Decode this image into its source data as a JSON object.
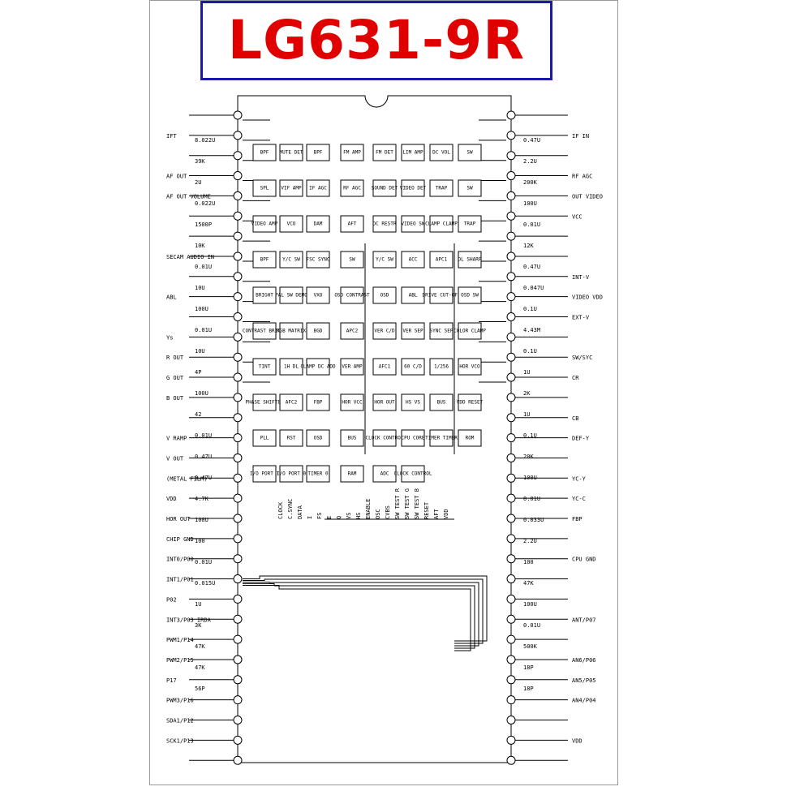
{
  "title": "LG631-9R",
  "left_pins": [
    "",
    "",
    "",
    "",
    "",
    "",
    "",
    "",
    "",
    "",
    "",
    "",
    "",
    "",
    "",
    "",
    "",
    "",
    "",
    "",
    "",
    "",
    "",
    "",
    "",
    "",
    "",
    "",
    "",
    "",
    "",
    "",
    "",
    ""
  ],
  "left_labels": [
    {
      "text": "IFT"
    },
    {
      "text": "AF OUT"
    },
    {
      "text": "AF OUT VOLUME"
    },
    {
      "text": "SECAM AUDIO IN"
    },
    {
      "text": "ABL"
    },
    {
      "text": "Ys"
    },
    {
      "text": "R OUT"
    },
    {
      "text": "G OUT"
    },
    {
      "text": "B OUT"
    },
    {
      "text": "V RAMP"
    },
    {
      "text": "V OUT"
    },
    {
      "text": "(METAL FILM)"
    },
    {
      "text": "VDD"
    },
    {
      "text": "HOR OUT"
    },
    {
      "text": "CHIP GND"
    },
    {
      "text": "INT0/P00"
    },
    {
      "text": "INT1/P01"
    },
    {
      "text": "P02"
    },
    {
      "text": "INT3/P03 IRDA"
    },
    {
      "text": "PWM1/P14"
    },
    {
      "text": "PWM2/P15"
    },
    {
      "text": "P17"
    },
    {
      "text": "PWM3/P16"
    },
    {
      "text": "SDA1/P12"
    },
    {
      "text": "SCK1/P13"
    }
  ],
  "right_labels": [
    {
      "text": "IF IN"
    },
    {
      "text": "RF AGC"
    },
    {
      "text": "OUT VIDEO"
    },
    {
      "text": "VCC"
    },
    {
      "text": "INT-V"
    },
    {
      "text": "VIDEO VDD"
    },
    {
      "text": "EXT-V"
    },
    {
      "text": "SW/SYC"
    },
    {
      "text": "CR"
    },
    {
      "text": "CB"
    },
    {
      "text": "DEF-Y"
    },
    {
      "text": "YC-Y"
    },
    {
      "text": "YC-C"
    },
    {
      "text": "FBP"
    },
    {
      "text": "CPU GND"
    },
    {
      "text": "ANT/P07"
    },
    {
      "text": "AN6/P06"
    },
    {
      "text": "AN5/P05"
    },
    {
      "text": "AN4/P04"
    },
    {
      "text": "VDD"
    }
  ],
  "blocks": [
    {
      "t": "BPF"
    },
    {
      "t": "MUTE DET"
    },
    {
      "t": "BPF"
    },
    {
      "t": "FM AMP"
    },
    {
      "t": "FM DET"
    },
    {
      "t": "LIM AMP"
    },
    {
      "t": "DC VOL"
    },
    {
      "t": "SW"
    },
    {
      "t": "SPL"
    },
    {
      "t": "VIF AMP"
    },
    {
      "t": "IF AGC"
    },
    {
      "t": "RF AGC"
    },
    {
      "t": "SOUND DET"
    },
    {
      "t": "VIDEO DET"
    },
    {
      "t": "TRAP"
    },
    {
      "t": "SW"
    },
    {
      "t": "VIDEO AMP"
    },
    {
      "t": "VCO"
    },
    {
      "t": "DAM"
    },
    {
      "t": "AFT"
    },
    {
      "t": "DC RESTR"
    },
    {
      "t": "VIDEO SW"
    },
    {
      "t": "CLAMP CLAMP"
    },
    {
      "t": "TRAP"
    },
    {
      "t": "BPF"
    },
    {
      "t": "Y/C SW"
    },
    {
      "t": "FSC SYNC"
    },
    {
      "t": "SW"
    },
    {
      "t": "Y/C SW"
    },
    {
      "t": "ACC"
    },
    {
      "t": "APC1"
    },
    {
      "t": "DL SHARP"
    },
    {
      "t": "BRIGHT"
    },
    {
      "t": "PAL SW DEMO"
    },
    {
      "t": "VXO"
    },
    {
      "t": "OSD CONTRAST"
    },
    {
      "t": "OSD"
    },
    {
      "t": "ABL"
    },
    {
      "t": "DRIVE CUT-OFF"
    },
    {
      "t": "OSD SW"
    },
    {
      "t": "CONTRAST BRIGHT"
    },
    {
      "t": "RGB MATRIX"
    },
    {
      "t": "BGD"
    },
    {
      "t": "APC2"
    },
    {
      "t": "VER C/D"
    },
    {
      "t": "VER SEP"
    },
    {
      "t": "SYNC SEP"
    },
    {
      "t": "COLOR CLAMP"
    },
    {
      "t": "TINT"
    },
    {
      "t": "1H DL"
    },
    {
      "t": "CLAMP DC ADD"
    },
    {
      "t": "VER AMP"
    },
    {
      "t": "AFC1"
    },
    {
      "t": "60 C/D"
    },
    {
      "t": "1/256"
    },
    {
      "t": "HOR VCO"
    },
    {
      "t": "PHASE SHIFTER"
    },
    {
      "t": "AFC2"
    },
    {
      "t": "FBP"
    },
    {
      "t": "HOR VCC"
    },
    {
      "t": "HOR OUT"
    },
    {
      "t": "HS VS"
    },
    {
      "t": "BUS"
    },
    {
      "t": "VDD RESET"
    },
    {
      "t": "PLL"
    },
    {
      "t": "RST"
    },
    {
      "t": "OSD"
    },
    {
      "t": "BUS"
    },
    {
      "t": "CLOCK CONTROL"
    },
    {
      "t": "CPU CORE"
    },
    {
      "t": "TIMER TIMER"
    },
    {
      "t": "ROM"
    },
    {
      "t": "I/O PORT 1"
    },
    {
      "t": "I/O PORT 0"
    },
    {
      "t": "TIMER 0"
    },
    {
      "t": "RAM"
    },
    {
      "t": "ADC"
    },
    {
      "t": "CLOCK CONTROL"
    }
  ],
  "bus_labels": [
    "CLOCK",
    "C.SYNC",
    "DATA",
    "I",
    "FS",
    "E",
    "Q",
    "VS",
    "HS",
    "ENABLE",
    "OSC",
    "CVBS",
    "SW TEST R",
    "SW TEST G",
    "SW TEST B",
    "RESET",
    "AFT",
    "VDD"
  ],
  "component_labels": [
    "8.022U",
    "39K",
    "2U",
    "0.022U",
    "1500P",
    "10K",
    "0.01U",
    "10U",
    "100U",
    "0.01U",
    "10U",
    "4P",
    "100U",
    "42",
    "0.01U",
    "0.47U",
    "0.47U",
    "4.7K",
    "100U",
    "100",
    "0.01U",
    "0.015U",
    "1U",
    "3K",
    "47K",
    "47K",
    "56P",
    "0.47U",
    "2.2U",
    "200K",
    "100U",
    "0.01U",
    "12K",
    "0.47U",
    "0.047U",
    "0.1U",
    "4.43M",
    "0.1U",
    "1U",
    "2K",
    "1U",
    "0.1U",
    "20K",
    "100U",
    "0.01U",
    "0.033U",
    "2.2U",
    "100",
    "47K",
    "100U",
    "0.01U",
    "500K",
    "18P",
    "18P"
  ]
}
